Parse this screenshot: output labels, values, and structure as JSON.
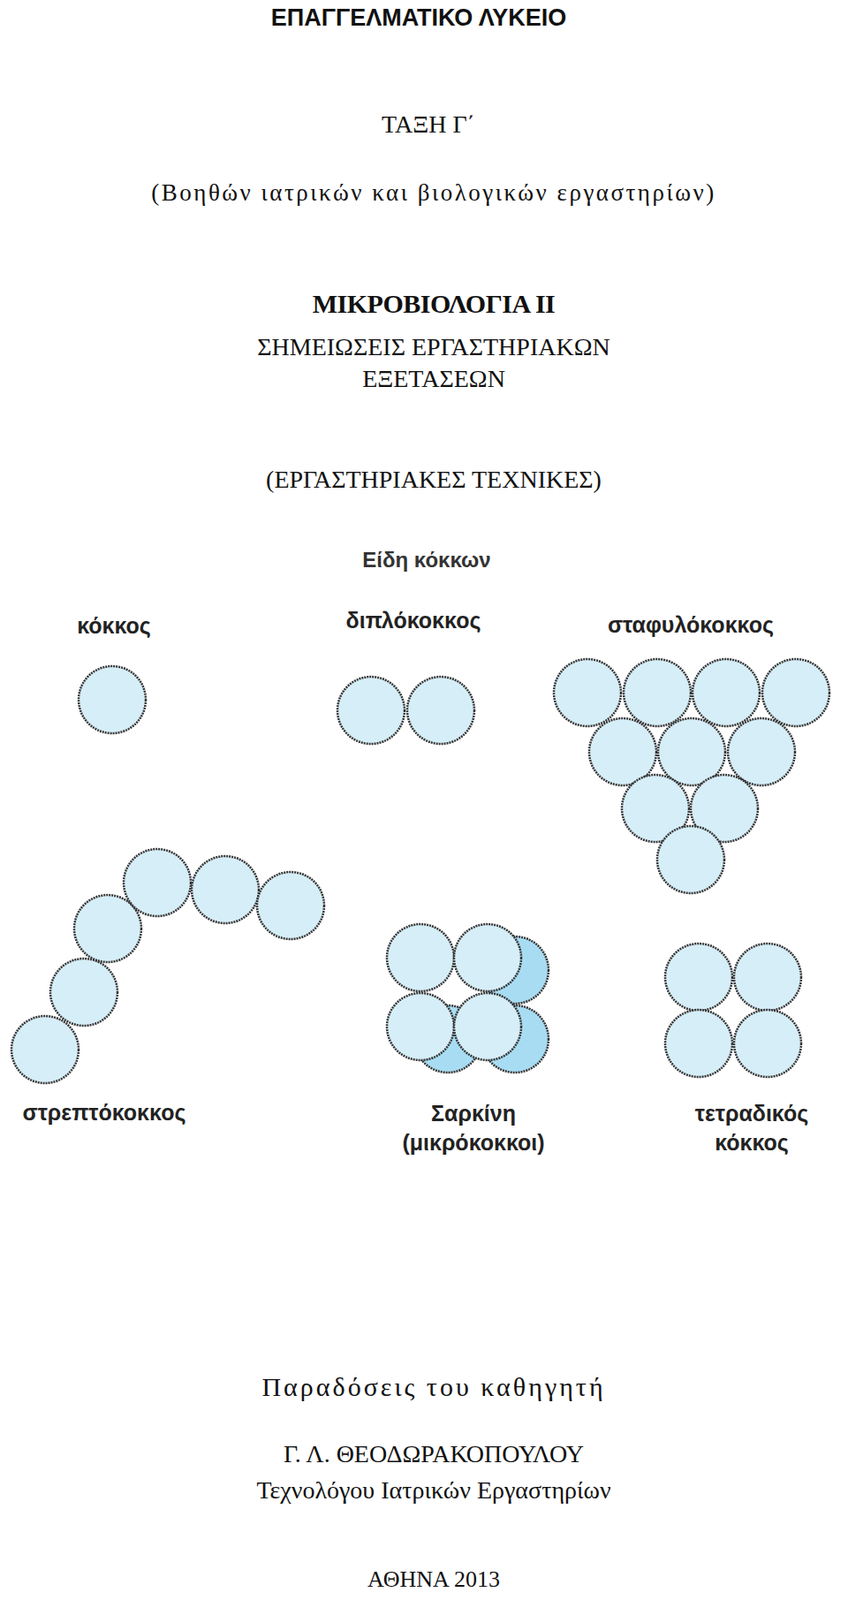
{
  "diagram": {
    "title": "ΕΠΑΓΓΕΛΜΑΤΙΚΟ ΛΥΚΕΙΟ",
    "labels": [
      "ΤΑΞΗ Γ΄",
      "(Βοηθών ιατρικών και βιολογικών εργαστηρίων)",
      "ΜΙΚΡΟΒΙΟΛΟΓΙΑ ΙΙ",
      "ΣΗΜΕΙΩΣΕΙΣ ΕΡΓΑΣΤΗΡΙΑΚΩΝ ΕΞΕΤΑΣΕΩΝ",
      "(ΕΡΓΑΣΤΗΡΙΑΚΕΣ ΤΕΧΝΙΚΕΣ)",
      "Είδη κόκκων",
      "κόκκος",
      "διπλόκοκκος",
      "σταφυλόκοκκος",
      "στρεπτόκοκκος",
      "Σαρκίνη (μικρόκοκκοι)",
      "τετραδικός κόκκος",
      "Παραδόσεις του καθηγητή",
      "Γ. Λ. ΘΕΟΔΩΡΑΚΟΠΟΥΛΟΥ",
      "Τεχνολόγου Ιατρικών Εργαστηρίων",
      "ΑΘΗΝΑ 2013"
    ]
  }
}
